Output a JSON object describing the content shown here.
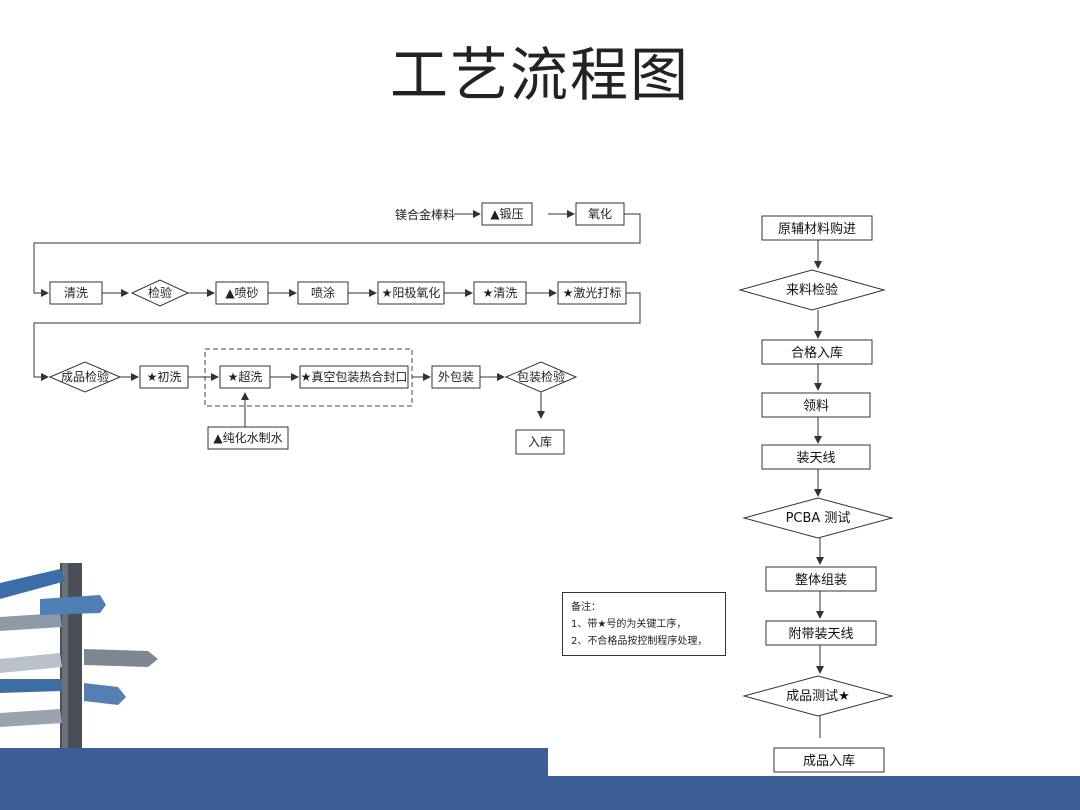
{
  "title": "工艺流程图",
  "left_flow": {
    "row1": {
      "input_label": "镁合金棒料",
      "nodes": [
        "▲锻压",
        "氧化"
      ]
    },
    "row2": {
      "nodes": [
        "清洗",
        "检验",
        "▲喷砂",
        "喷涂",
        "★阳极氧化",
        "★清洗",
        "★激光打标"
      ]
    },
    "row3": {
      "nodes": [
        "成品检验",
        "★初洗",
        "★超洗",
        "★真空包装热合封口",
        "外包装",
        "包装检验"
      ]
    },
    "aux_input": "▲纯化水制水",
    "storage": "入库"
  },
  "right_flow": {
    "nodes": [
      "原辅材料购进",
      "来料检验",
      "合格入库",
      "领料",
      "装天线",
      "PCBA 测试",
      "整体组装",
      "附带装天线",
      "成品测试★",
      "成品入库"
    ]
  },
  "notes": {
    "heading": "备注：",
    "lines": [
      "1、带★号的为关键工序，",
      "2、不合格品按控制程序处理，"
    ]
  },
  "colors": {
    "band": "#3c5e96",
    "line": "#333333"
  }
}
